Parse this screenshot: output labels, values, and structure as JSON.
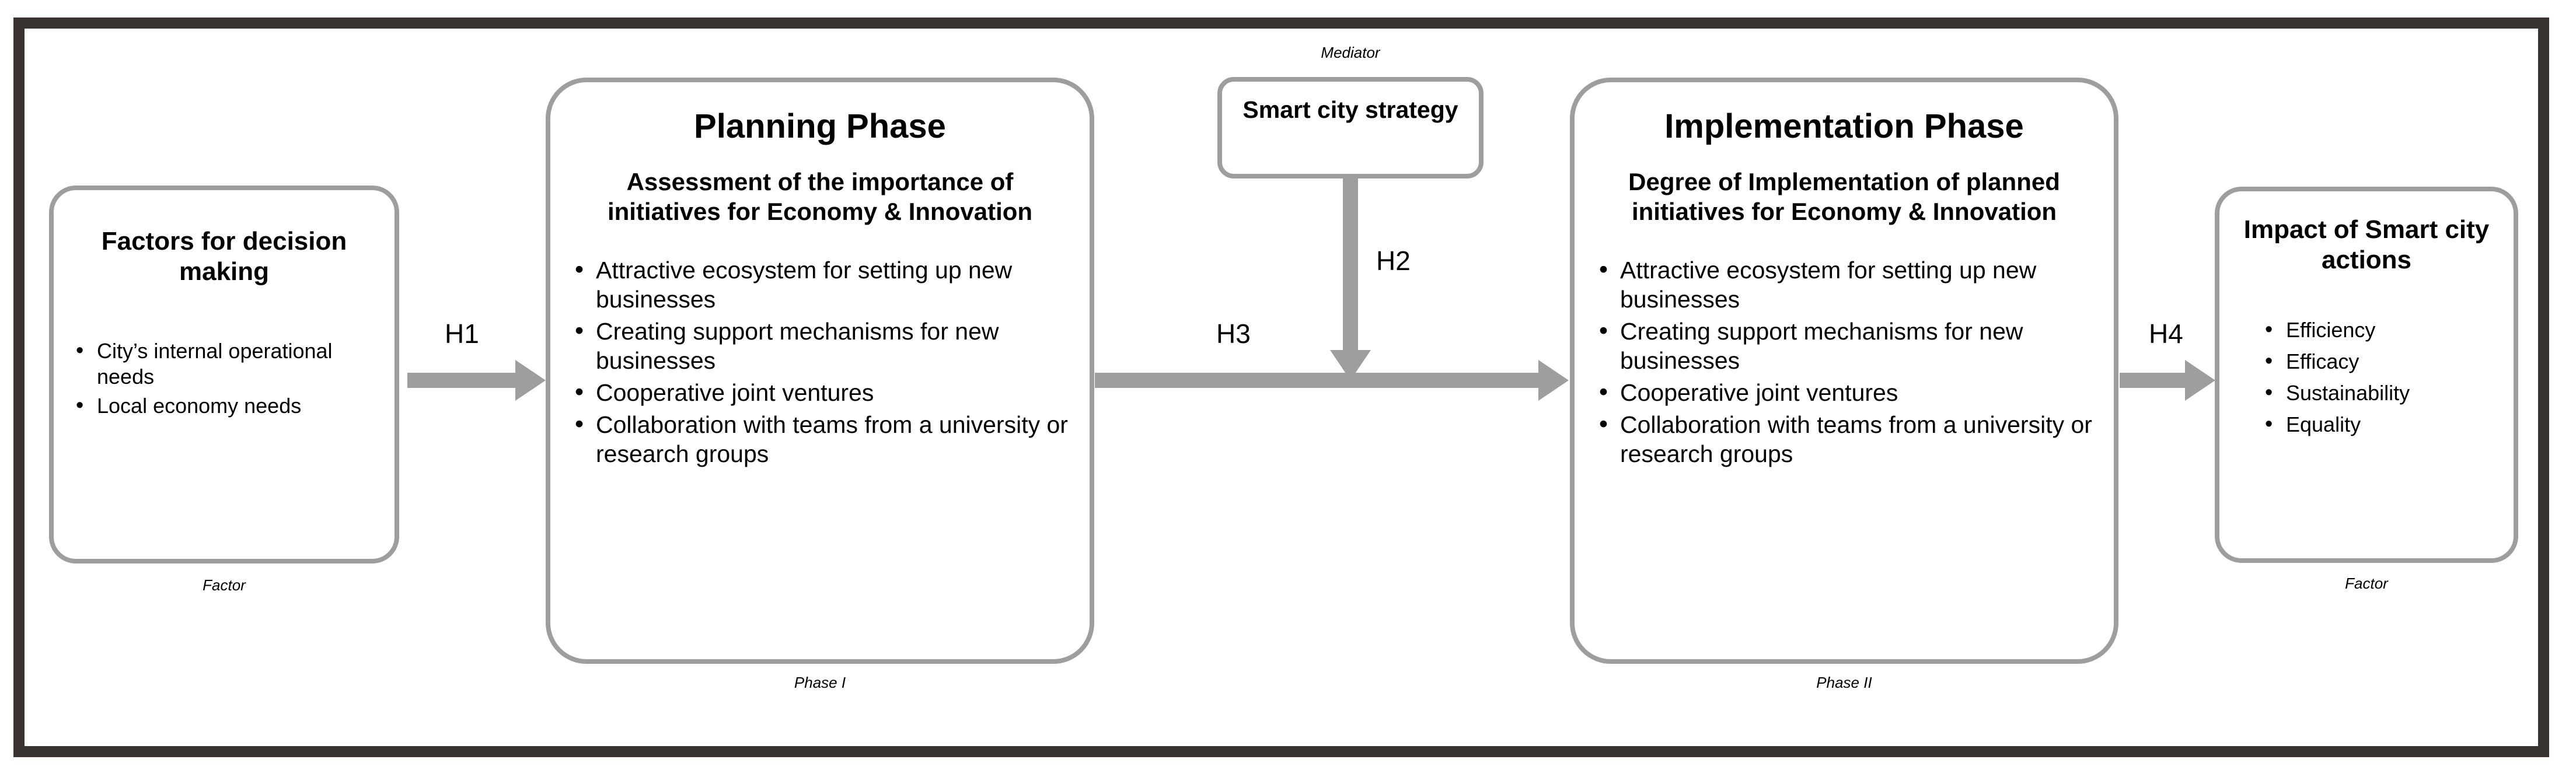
{
  "diagram": {
    "frame_color": "#383331",
    "node_border_color": "#9e9e9e",
    "arrow_color": "#9e9e9e"
  },
  "nodes": {
    "factors": {
      "caption": "Factor",
      "title": "Factors for decision making",
      "bullets": [
        "City’s internal operational needs",
        "Local economy needs"
      ]
    },
    "planning": {
      "caption": "Phase I",
      "title": "Planning Phase",
      "subtitle": "Assessment of the importance of initiatives for Economy & Innovation",
      "bullets": [
        "Attractive ecosystem for setting up new businesses",
        "Creating support mechanisms for new businesses",
        "Cooperative joint ventures",
        "Collaboration with teams from a university or research groups"
      ]
    },
    "mediator": {
      "caption": "Mediator",
      "title": "Smart city strategy"
    },
    "implementation": {
      "caption": "Phase II",
      "title": "Implementation Phase",
      "subtitle": "Degree of Implementation of planned initiatives for Economy & Innovation",
      "bullets": [
        "Attractive ecosystem for setting up new businesses",
        "Creating support mechanisms for new businesses",
        "Cooperative joint ventures",
        "Collaboration with teams from a university or research groups"
      ]
    },
    "impact": {
      "caption": "Factor",
      "title": "Impact of Smart city actions",
      "bullets": [
        "Efficiency",
        "Efficacy",
        "Sustainability",
        "Equality"
      ]
    }
  },
  "arrows": {
    "h1": {
      "label": "H1",
      "from": "factors",
      "to": "planning",
      "direction": "right"
    },
    "h2": {
      "label": "H2",
      "from": "mediator",
      "to": "h3-path",
      "direction": "down"
    },
    "h3": {
      "label": "H3",
      "from": "planning",
      "to": "implementation",
      "direction": "right"
    },
    "h4": {
      "label": "H4",
      "from": "implementation",
      "to": "impact",
      "direction": "right"
    }
  }
}
